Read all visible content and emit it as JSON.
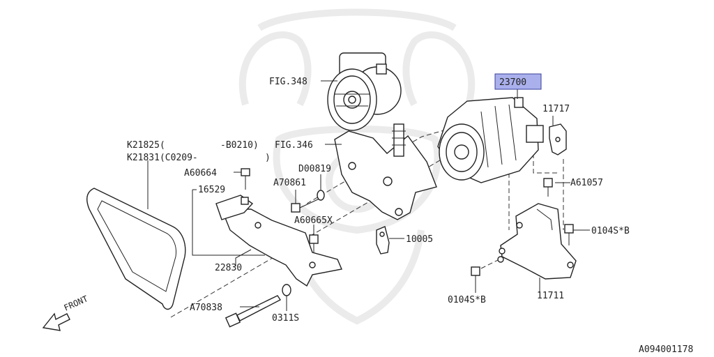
{
  "highlight_color": "#aab0ec",
  "highlight_border": "#3b3f9a",
  "labels": {
    "fig348": "FIG.348",
    "fig346": "FIG.346",
    "p23700": "23700",
    "p11717": "11717",
    "k21825": "K21825(",
    "b0210": "-B0210)",
    "k21831": "K21831(C0209-",
    "k21831_close": ")",
    "a60664": "A60664",
    "d00819": "D00819",
    "a70861": "A70861",
    "p16529": "16529",
    "a61057": "A61057",
    "a60665x": "A60665X",
    "p10005": "10005",
    "p0104s_right": "0104S*B",
    "p22830": "22830",
    "p0104s_bottom": "0104S*B",
    "p11711": "11711",
    "a70838": "A70838",
    "p0311s": "0311S",
    "front": "FRONT",
    "diagram_id": "A094001178"
  },
  "icons": {
    "front_arrow": "front-direction-arrow",
    "watermark": "samurai-helmet-watermark"
  }
}
